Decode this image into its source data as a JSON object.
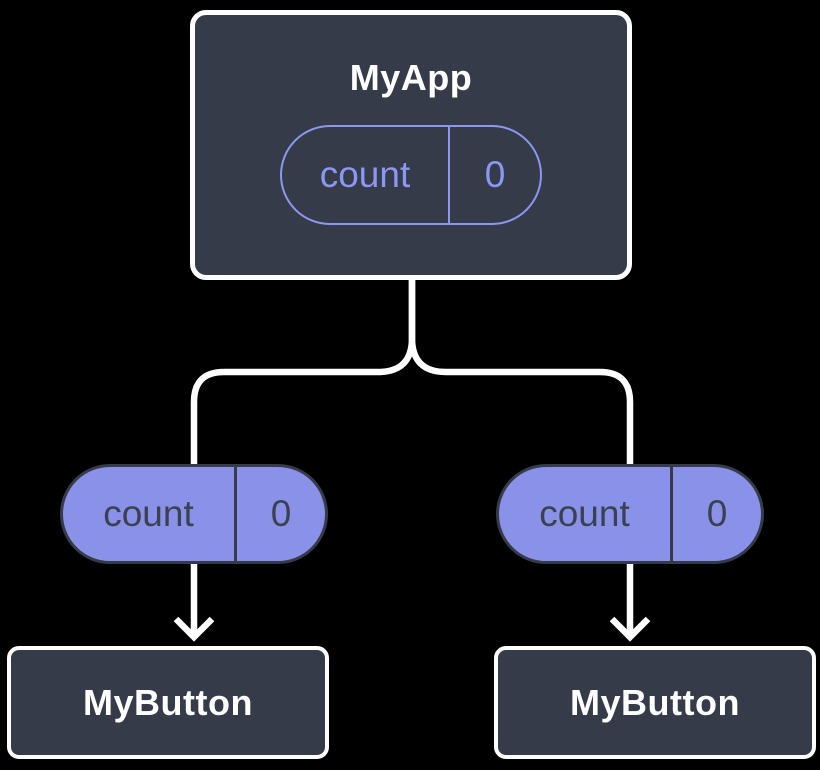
{
  "diagram": {
    "root": {
      "title": "MyApp",
      "state": {
        "name": "count",
        "value": "0"
      }
    },
    "children": [
      {
        "title": "MyButton",
        "prop": {
          "name": "count",
          "value": "0"
        }
      },
      {
        "title": "MyButton",
        "prop": {
          "name": "count",
          "value": "0"
        }
      }
    ],
    "colors": {
      "background": "#000000",
      "card_fill": "#353B48",
      "card_border": "#FFFFFF",
      "card_text": "#FFFFFF",
      "pill_fill": "#8A91E8",
      "pill_outline": "#8C97F2",
      "pill_dark": "#3A4150",
      "connector": "#FFFFFF"
    }
  }
}
